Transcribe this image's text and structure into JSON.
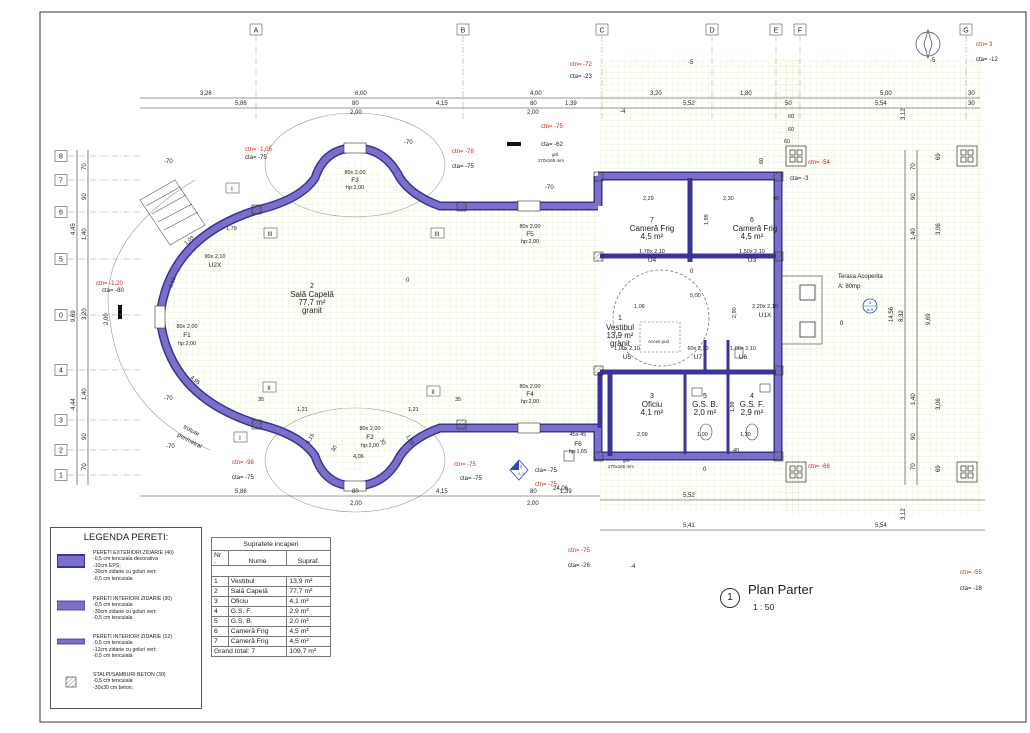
{
  "grid": {
    "columns": [
      "A",
      "B",
      "C",
      "D",
      "E",
      "F",
      "G"
    ],
    "rows": [
      "8",
      "7",
      "6",
      "5",
      "0",
      "4",
      "3",
      "2",
      "1"
    ]
  },
  "dimensions": {
    "top_outer": [
      "3,26",
      "6,00",
      "4,00",
      "3,20",
      "1,80",
      "5,00",
      "30"
    ],
    "top_inner": [
      "5,86",
      "80",
      "4,15",
      "80",
      "1,39",
      "5,52",
      "50",
      "5,54",
      "30"
    ],
    "top_sub": [
      "2,00",
      "2,00"
    ],
    "bottom_inner": [
      "5,86",
      "80",
      "4,15",
      "80",
      "1,39",
      "5,52"
    ],
    "bottom_sub": [
      "2,00",
      "2,00",
      "24,06"
    ],
    "bottom_outer": [
      "5,41",
      "5,54"
    ],
    "left_outer": [
      "9,69",
      "4,45",
      "4,44"
    ],
    "left_inner": [
      "70",
      "90",
      "1,40",
      "3,20",
      "1,40",
      "90",
      "70"
    ],
    "left_mid": [
      "2,00"
    ],
    "right_outer": [
      "14,56"
    ],
    "right_inner": [
      "9,69",
      "8,32",
      "70",
      "90",
      "1,40",
      "1,40",
      "90",
      "70"
    ],
    "right_sub": [
      "3,06",
      "3,06",
      "69",
      "69",
      "3,12",
      "3,12"
    ]
  },
  "levels": [
    {
      "ctn": "ctn= -1,05",
      "cta": "cta= -75"
    },
    {
      "ctn": "ctn= -78",
      "cta": "cta= -75"
    },
    {
      "ctn": "ctn= -75",
      "cta": "cta= -62"
    },
    {
      "ctn": "ctn= -72",
      "cta": "cta= -23"
    },
    {
      "ctn": "ctn= 3",
      "cta": "cta= -12"
    },
    {
      "ctn": "ctn= -54",
      "cta": "cta= -3"
    },
    {
      "ctn": "ctn= -1,20",
      "cta": "cta= -80"
    },
    {
      "ctn": "ctn= -98",
      "cta": "cta= -75"
    },
    {
      "ctn": "ctn= -75",
      "cta": "cta= -75"
    },
    {
      "ctn": "ctn= -75",
      "cta": "cta= -75"
    },
    {
      "ctn": "ctn= -66",
      "cta": ""
    },
    {
      "ctn": "ctn= -75",
      "cta": "cta= -26"
    },
    {
      "ctn": "ctn= -55",
      "cta": "cta= -18"
    }
  ],
  "spot_levels": [
    "-70",
    "-70",
    "-70",
    "-70",
    "-70",
    "-5",
    "-4",
    "-5",
    "-4",
    "0",
    "0",
    "0",
    "0"
  ],
  "rooms": [
    {
      "num": "2",
      "name": "Sală Capelă",
      "area": "77,7 m²",
      "floor": "granit"
    },
    {
      "num": "1",
      "name": "Vestibul",
      "area": "13,9 m²",
      "floor": "granit"
    },
    {
      "num": "7",
      "name": "Cameră Frig",
      "area": "4,5 m²",
      "floor": ""
    },
    {
      "num": "6",
      "name": "Cameră Frig",
      "area": "4,5 m²",
      "floor": ""
    },
    {
      "num": "3",
      "name": "Oficiu",
      "area": "4,1 m²",
      "floor": ""
    },
    {
      "num": "5",
      "name": "G.S. B.",
      "area": "2,0 m²",
      "floor": ""
    },
    {
      "num": "4",
      "name": "G.S. F.",
      "area": "2,9 m²",
      "floor": ""
    }
  ],
  "openings": {
    "F3": {
      "size": "80x 2,00",
      "label": "F3",
      "hp": "hp:2,00"
    },
    "F5": {
      "size": "80x 2,00",
      "label": "F5",
      "hp": "hp:2,00"
    },
    "F1": {
      "size": "80x 2,00",
      "label": "F1",
      "hp": "hp:2,00"
    },
    "F4": {
      "size": "80x 2,00",
      "label": "F4",
      "hp": "hp:2,00"
    },
    "F2": {
      "size": "80x 2,00",
      "label": "F2",
      "hp": "hp:2,00"
    },
    "F6": {
      "size": "45x 45",
      "label": "F6",
      "hp": "hp:1,65"
    },
    "U2X": {
      "size": "90x 2,10",
      "label": "U2X"
    },
    "U4": {
      "size": "1,78x 2,10",
      "label": "U4"
    },
    "U3": {
      "size": "1,50x 2,10",
      "label": "U3"
    },
    "U1X": {
      "size": "2,20x 2,10",
      "label": "U1X"
    },
    "U5": {
      "size": "1,00x 2,10",
      "label": "U5"
    },
    "U7": {
      "size": "60x 2,10",
      "label": "U7"
    },
    "U6": {
      "size": "1,00x 2,10",
      "label": "U6"
    }
  },
  "notes": {
    "terasa": "Terasa Acoperita",
    "terasa_area": "A: 80mp",
    "acces": "Acces pod",
    "trotuar": "trotuar",
    "perimetral": "perimetral",
    "grila_top": "gril.",
    "grila_top_size": "270x165 mm",
    "grila_bot": "gril.",
    "grila_bot_size": "270x165 mm"
  },
  "interior_dims": [
    "2,29",
    "2,30",
    "1,99",
    "1,99",
    "1,79",
    "1,03",
    "2,13",
    "4,95",
    "1,06",
    "5,00",
    "2,90",
    "2,09",
    "1,00",
    "1,30",
    "35",
    "35",
    "1,21",
    "1,21",
    "1,15",
    "4,06",
    "1,15",
    "30",
    "30",
    "60",
    "60",
    "60",
    "60",
    "40",
    "40"
  ],
  "wall_tags": [
    "I",
    "I",
    "II",
    "II",
    "III",
    "III"
  ],
  "section_mark": {
    "num": "1",
    "sheet": "A-5"
  },
  "section_mark_b": {
    "num": "2",
    "sheet": "A-7"
  },
  "legend": {
    "title": "LEGENDA PERETI:",
    "items": [
      {
        "title": "PERETI EXTERIORI ZIDARIE (40)",
        "lines": [
          "-0,5 cm tencuiala decorativa",
          "-10cm EPS;",
          "-30cm zidarie cu goluri vert;",
          "-0,5 cm tencuiala"
        ]
      },
      {
        "title": "PERETI INTERIORI ZIDARIE (30)",
        "lines": [
          "-0,5 cm tencuiala",
          "-30cm zidarie cu goluri vert;",
          "-0,5 cm tencuiala"
        ]
      },
      {
        "title": "PERETI INTERIORI ZIDARIE (12)",
        "lines": [
          "-0,5 cm tencuiala",
          "-12cm zidarie cu goluri vert;",
          "-0,5 cm tencuiala"
        ]
      },
      {
        "title": "STALPI/SAMBURI BETON (30)",
        "lines": [
          "-0,5 cm tencuiala",
          "-30x30 cm beton;"
        ]
      }
    ]
  },
  "area_table": {
    "title": "Suprafete incaperi",
    "headers": [
      "Nr\n.",
      "Nume",
      "Supraf."
    ],
    "rows": [
      [
        "1",
        "Vestibul",
        "13,9 m²"
      ],
      [
        "2",
        "Sală Capelă",
        "77,7 m²"
      ],
      [
        "3",
        "Oficiu",
        "4,1 m²"
      ],
      [
        "4",
        "G.S. F.",
        "2,9 m²"
      ],
      [
        "5",
        "G.S. B.",
        "2,0 m²"
      ],
      [
        "6",
        "Cameră Frig",
        "4,5 m²"
      ],
      [
        "7",
        "Cameră Frig",
        "4,5 m²"
      ]
    ],
    "total_label": "Grand total: 7",
    "total_value": "109,7 m²"
  },
  "plan_title": {
    "number": "1",
    "name": "Plan Parter",
    "scale": "1 : 50"
  },
  "colors": {
    "wall": "#7b70c9",
    "wall_dark": "#3b3396",
    "grid": "#dfe8c4",
    "text": "#222222",
    "level_red": "#d62020",
    "dim": "#333333",
    "axis": "#777777"
  }
}
